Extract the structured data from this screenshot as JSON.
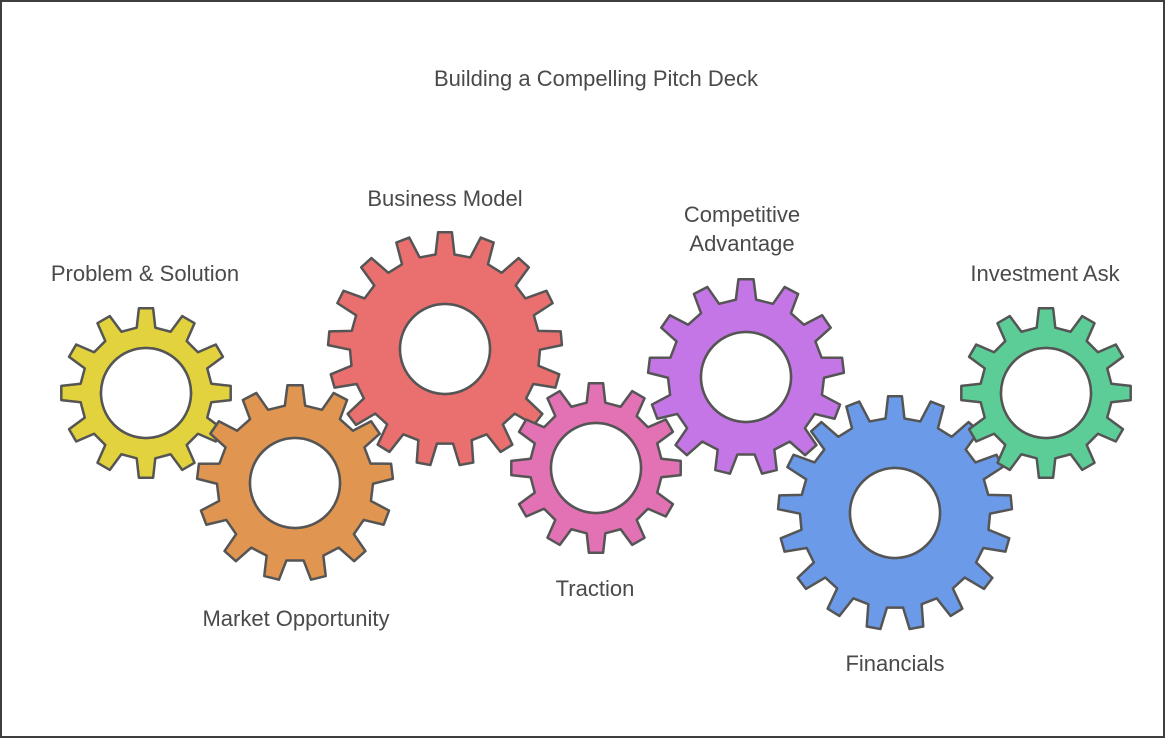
{
  "title": "Building a Compelling Pitch Deck",
  "gears": [
    {
      "id": "problem-solution",
      "label": "Problem & Solution",
      "color": "#e2d23d",
      "teeth": 12
    },
    {
      "id": "market-opportunity",
      "label": "Market Opportunity",
      "color": "#e09550",
      "teeth": 13
    },
    {
      "id": "business-model",
      "label": "Business Model",
      "color": "#ea7070",
      "teeth": 17
    },
    {
      "id": "traction",
      "label": "Traction",
      "color": "#e272b4",
      "teeth": 12
    },
    {
      "id": "competitive-advantage",
      "label": "Competitive\nAdvantage",
      "label_lines": [
        "Competitive",
        "Advantage"
      ],
      "color": "#c476e6",
      "teeth": 13
    },
    {
      "id": "financials",
      "label": "Financials",
      "color": "#6a9ae8",
      "teeth": 17
    },
    {
      "id": "investment-ask",
      "label": "Investment Ask",
      "color": "#5ccd96",
      "teeth": 12
    }
  ],
  "stroke_color": "#555555"
}
